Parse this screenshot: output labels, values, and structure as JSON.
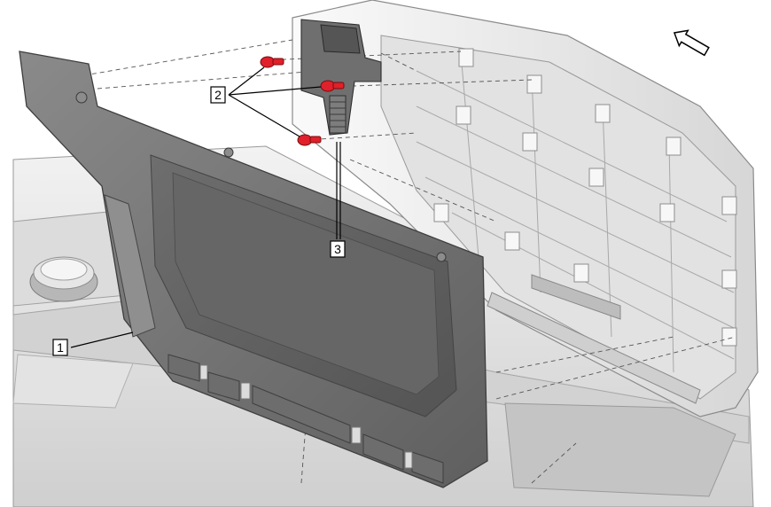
{
  "diagram": {
    "callouts": [
      {
        "id": "1",
        "label": "1"
      },
      {
        "id": "2",
        "label": "2"
      },
      {
        "id": "3",
        "label": "3"
      }
    ],
    "colors": {
      "panel": "#7a7a7a",
      "panel_dark": "#5d5d5d",
      "housing_light": "#e9e9e9",
      "housing_mid": "#c9c9c9",
      "fastener": "#e0202a",
      "latch": "#6f6f6f"
    },
    "icons": [
      "direction-arrow-icon"
    ]
  }
}
